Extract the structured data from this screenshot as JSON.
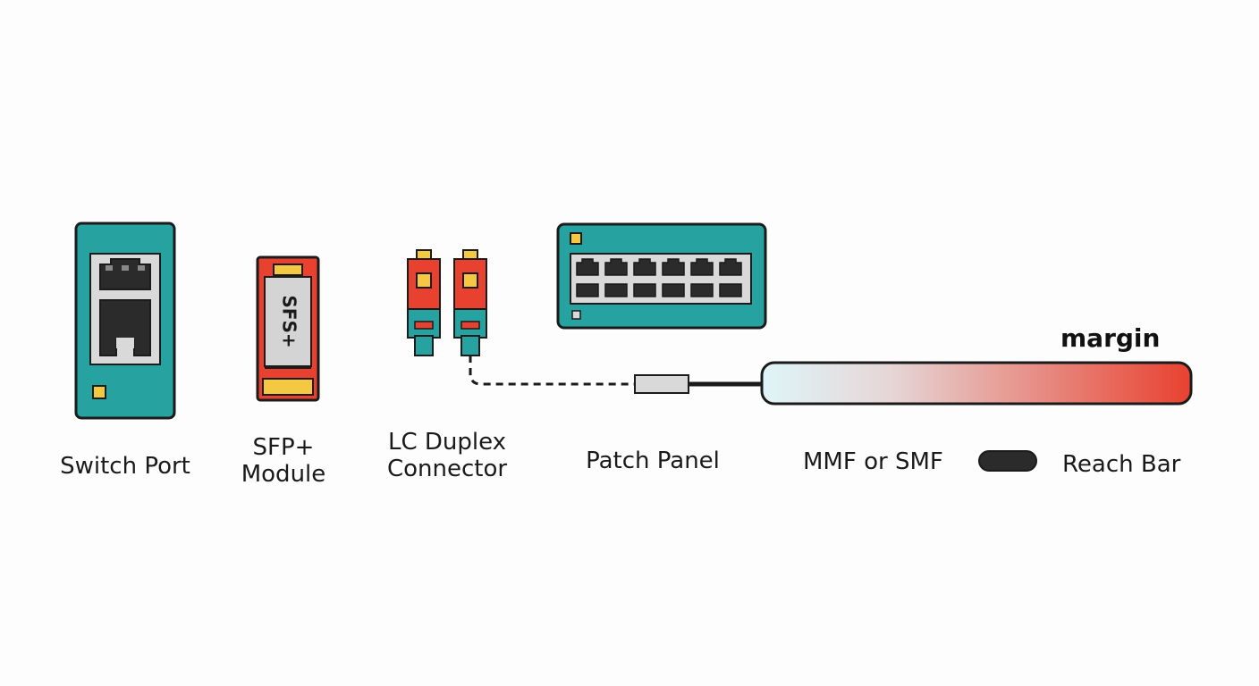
{
  "labels": {
    "switch_port": "Switch Port",
    "sfp_line1": "SFP+",
    "sfp_line2": "Module",
    "lc_line1": "LC Duplex",
    "lc_line2": "Connector",
    "patch_panel": "Patch Panel",
    "fiber_type": "MMF or SMF",
    "reach_bar": "Reach Bar",
    "margin": "margin",
    "sfp_body_text": "SFS+"
  },
  "colors": {
    "teal": "#26a3a0",
    "red": "#e8412f",
    "yellow": "#f5c842",
    "dark": "#2b2b2b",
    "gray": "#d9d9d9",
    "bar_start": "#dff5f8",
    "bar_end": "#e8412f"
  },
  "patch_panel_ports": 6,
  "reach_bar": {
    "margin_level": 1.0
  }
}
